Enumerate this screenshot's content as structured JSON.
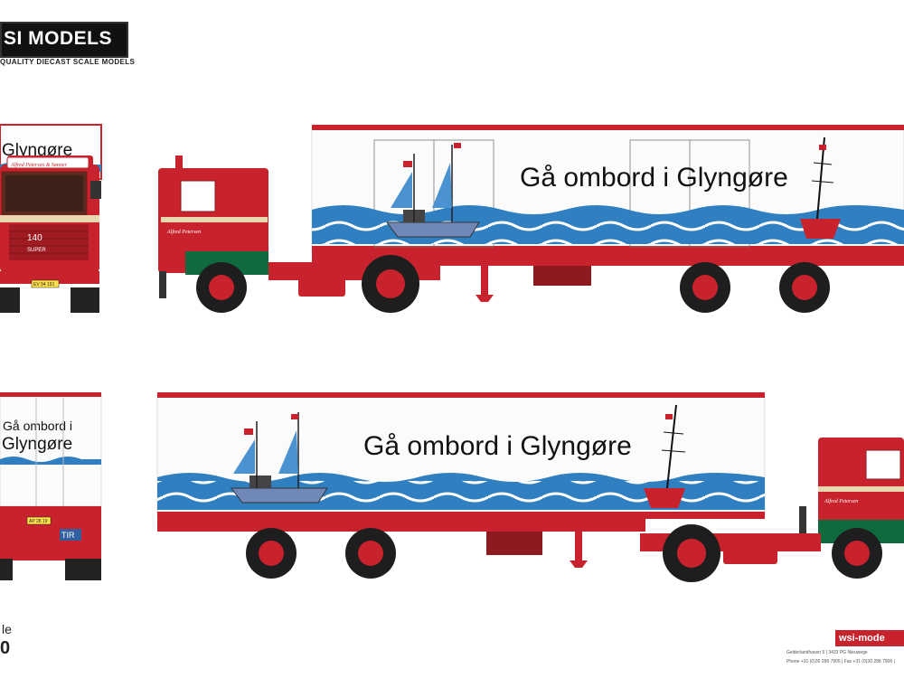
{
  "brand": {
    "logo_text": "SI MODELS",
    "tagline": "QUALITY DIECAST SCALE MODELS",
    "footer_badge": "wsi-mode",
    "footer_address": "Gelderlandhaven 5 | 3433 PG Nieuwege",
    "footer_contact": "Phone +31 (0)30 288 7905 | Fax +31 (0)30 288 7906 |"
  },
  "trailer": {
    "slogan_side": "Gå ombord i Glyngøre",
    "rear_line1": "Gå ombord i",
    "rear_line2": "Glyngøre",
    "front_partial": "Glyngøre"
  },
  "cab": {
    "brand_script": "Alfred Petersen & Sønner",
    "owner_script": "Alfred Petersen",
    "grille_badge": "140",
    "grille_model": "SUPER",
    "front_plate": "EV 94 191",
    "rear_plate": "AP 28 19",
    "tir": "TIR"
  },
  "scale": {
    "label": "le",
    "value": "0"
  },
  "colors": {
    "red": "#c8232c",
    "dark_red": "#8e1a1f",
    "sea_blue": "#2f7fc1",
    "white": "#ffffff"
  }
}
